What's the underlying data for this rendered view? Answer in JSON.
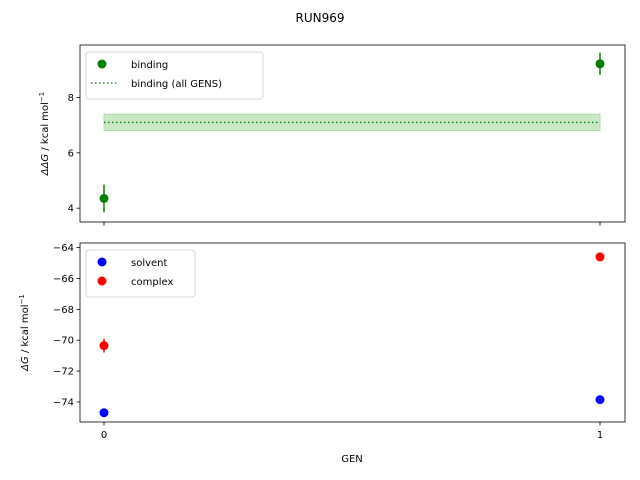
{
  "chart_data": {
    "title": "RUN969",
    "xlabel": "GEN",
    "x_ticks": [
      "0",
      "1"
    ],
    "panels": [
      {
        "type": "scatter",
        "ylabel_main": "ΔΔG",
        "ylabel_unit": " / kcal mol",
        "ylabel_sup": "−1",
        "ylim": [
          3.5,
          9.9
        ],
        "y_ticks": [
          "4",
          "6",
          "8"
        ],
        "y_tick_values": [
          4,
          6,
          8
        ],
        "legend_position": "top-left",
        "series": [
          {
            "name": "binding",
            "color": "#008000",
            "marker": "o",
            "x": [
              0,
              1
            ],
            "y": [
              4.35,
              9.22
            ],
            "yerr": [
              0.5,
              0.4
            ]
          }
        ],
        "reference": {
          "name": "binding (all GENS)",
          "color": "#008000",
          "style": "dotted",
          "value": 7.1,
          "band": [
            6.8,
            7.4
          ],
          "band_color": "#c8e9c4"
        }
      },
      {
        "type": "scatter",
        "ylabel_main": "ΔG",
        "ylabel_unit": " / kcal mol",
        "ylabel_sup": "−1",
        "ylim": [
          -75.3,
          -63.7
        ],
        "y_ticks": [
          "−74",
          "−72",
          "−70",
          "−68",
          "−66",
          "−64"
        ],
        "y_tick_values": [
          -74,
          -72,
          -70,
          -68,
          -66,
          -64
        ],
        "legend_position": "top-left",
        "series": [
          {
            "name": "solvent",
            "color": "#0000ff",
            "marker": "o",
            "x": [
              0,
              1
            ],
            "y": [
              -74.7,
              -73.85
            ],
            "yerr": [
              0.1,
              0.1
            ]
          },
          {
            "name": "complex",
            "color": "#ff0000",
            "marker": "o",
            "x": [
              0,
              1
            ],
            "y": [
              -70.35,
              -64.6
            ],
            "yerr": [
              0.45,
              0.2
            ]
          }
        ]
      }
    ]
  }
}
